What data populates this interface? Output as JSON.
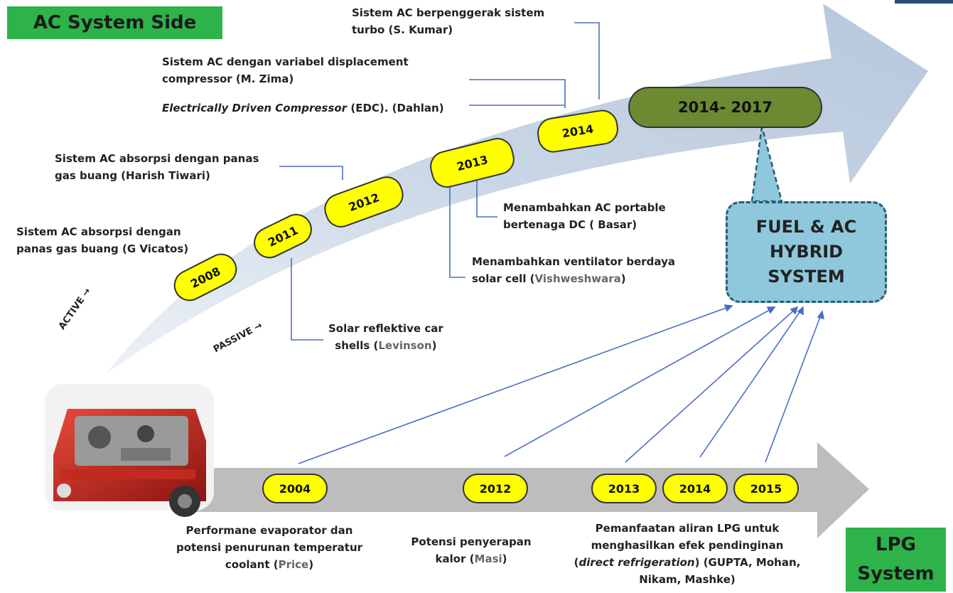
{
  "titles": {
    "ac_system_side": "AC System Side",
    "lpg_system": "LPG\nSystem"
  },
  "hybrid_box": {
    "label": "FUEL  & AC\nHYBRID\nSYSTEM",
    "period": "2014- 2017"
  },
  "active_label": "ACTIVE →",
  "passive_label": "PASSIVE →",
  "ac_years": [
    "2008",
    "2011",
    "2012",
    "2013",
    "2014"
  ],
  "lpg_years": [
    "2004",
    "2012",
    "2013",
    "2014",
    "2015"
  ],
  "ac_notes": {
    "turbo_line1": "Sistem AC berpenggerak sistem",
    "turbo_line2": "turbo (S. Kumar)",
    "vdc_line1": "Sistem AC dengan variabel displacement",
    "vdc_line2": "compressor (M. Zima)",
    "edc_italic": "Electrically Driven Compressor",
    "edc_rest": " (EDC). (Dahlan)",
    "tiwari_line1": "Sistem AC absorpsi dengan panas",
    "tiwari_line2": "gas buang (Harish Tiwari)",
    "vicatos_line1": "Sistem AC absorpsi dengan",
    "vicatos_line2": "panas gas buang (G Vicatos)",
    "basar_line1": "Menambahkan AC portable",
    "basar_line2": "bertenaga DC ( Basar)",
    "vish_line1": "Menambahkan ventilator berdaya",
    "vish_line2a": "solar cell (",
    "vish_line2b": "Vishweshwara",
    "vish_line2c": ")",
    "levinson_line1": "Solar reflektive car",
    "levinson_line2a": "shells (",
    "levinson_line2b": "Levinson",
    "levinson_line2c": ")"
  },
  "lpg_notes": {
    "price_line1": "Performane evaporator dan",
    "price_line2": "potensi  penurunan temperatur",
    "price_line3a": "coolant (",
    "price_line3b": "Price",
    "price_line3c": ")",
    "masi_line1": "Potensi penyerapan",
    "masi_line2a": "kalor  (",
    "masi_line2b": "Masi",
    "masi_line2c": ")",
    "gupta_line1": "Pemanfaatan aliran LPG untuk",
    "gupta_line2": "menghasilkan efek pendinginan",
    "gupta_line3a": "(",
    "gupta_line3b": "direct refrigeration",
    "gupta_line3c": ") (GUPTA, Mohan,",
    "gupta_line4": "Nikam, Mashke)"
  },
  "colors": {
    "title_green": "#2db34a",
    "pill_yellow": "#ffff00",
    "period_olive": "#6b8a32",
    "hybrid_blue": "#8fc8dc",
    "connector_blue": "#4a6fc1",
    "arrow_gray": "#bdbdbd"
  }
}
